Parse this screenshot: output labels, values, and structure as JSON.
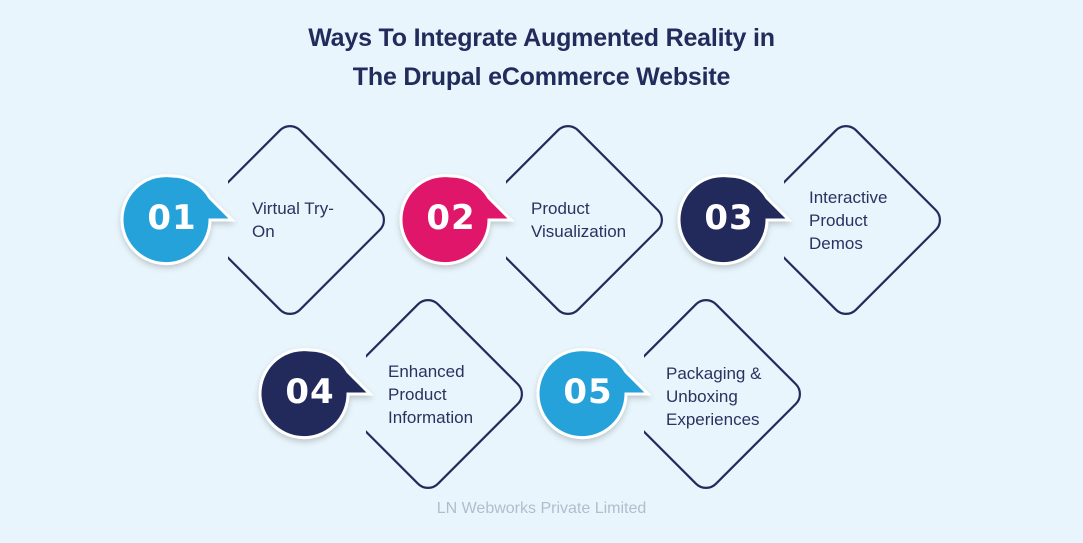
{
  "title": {
    "line1": "Ways To Integrate Augmented Reality in",
    "line2": "The Drupal eCommerce Website"
  },
  "colors": {
    "background": "#E8F5FC",
    "title": "#222C5C",
    "outline": "#222C5C",
    "blue": "#27A2DB",
    "pink": "#E0146A",
    "navy": "#222C5C"
  },
  "steps": [
    {
      "number": "01",
      "line1": "Virtual Try-",
      "line2": "On",
      "line3": "",
      "color": "#27A2DB"
    },
    {
      "number": "02",
      "line1": "Product",
      "line2": "Visualization",
      "line3": "",
      "color": "#E0146A"
    },
    {
      "number": "03",
      "line1": "Interactive",
      "line2": "Product",
      "line3": "Demos",
      "color": "#222C5C"
    },
    {
      "number": "04",
      "line1": "Enhanced",
      "line2": "Product",
      "line3": "Information",
      "color": "#222C5C"
    },
    {
      "number": "05",
      "line1": "Packaging &",
      "line2": "Unboxing",
      "line3": "Experiences",
      "color": "#27A2DB"
    }
  ],
  "footer": "LN Webworks Private Limited"
}
